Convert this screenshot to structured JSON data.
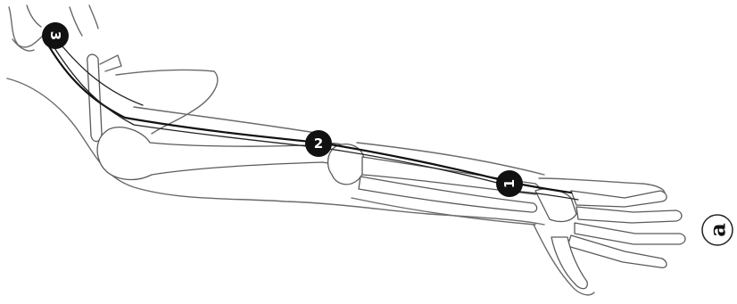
{
  "markers": [
    {
      "id": "1",
      "label": "1",
      "orientation": "rotated-left"
    },
    {
      "id": "2",
      "label": "2",
      "orientation": "upright"
    },
    {
      "id": "3",
      "label": "3",
      "orientation": "rotated-right"
    }
  ],
  "panel_label": "a",
  "colors": {
    "nerve": "#111111",
    "outline": "#6a6a6a",
    "marker_fill": "#111111",
    "marker_text": "#ffffff",
    "background": "#ffffff"
  }
}
